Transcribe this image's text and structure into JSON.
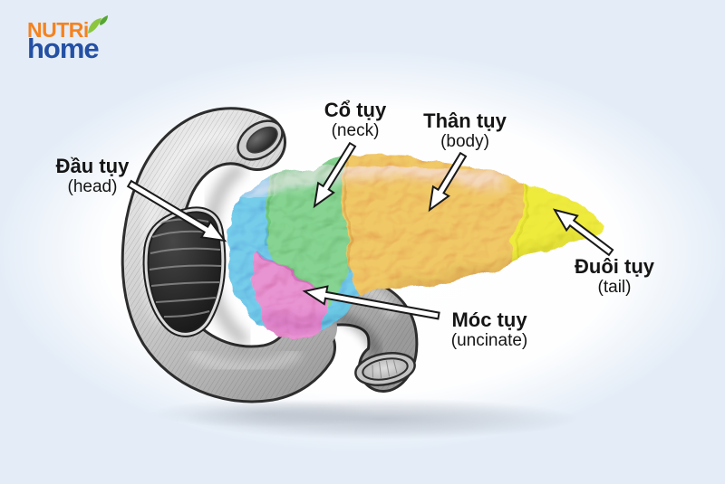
{
  "page": {
    "background_color": "#e3ecf7",
    "backdrop_color": "#ffffff"
  },
  "logo": {
    "line1": "NUTRi",
    "line2": "home",
    "line1_color": "#f5821f",
    "line2_color": "#2450a4",
    "leaf_color_light": "#8cc63f",
    "leaf_color_dark": "#55a630"
  },
  "diagram": {
    "regions": [
      {
        "id": "head",
        "label_vi": "Đầu tụy",
        "label_en": "(head)",
        "color": "#4b90d2"
      },
      {
        "id": "neck",
        "label_vi": "Cổ tụy",
        "label_en": "(neck)",
        "color": "#57a15e"
      },
      {
        "id": "body",
        "label_vi": "Thân tụy",
        "label_en": "(body)",
        "color": "#de8742"
      },
      {
        "id": "tail",
        "label_vi": "Đuôi tụy",
        "label_en": "(tail)",
        "color": "#dcd428"
      },
      {
        "id": "uncinate",
        "label_vi": "Móc tụy",
        "label_en": "(uncinate)",
        "color": "#cd5f9d"
      }
    ],
    "duodenum_color": "#cccccc",
    "label_text_color": "#151515",
    "arrow_fill": "#ffffff",
    "arrow_outline": "#1a1a1a"
  }
}
